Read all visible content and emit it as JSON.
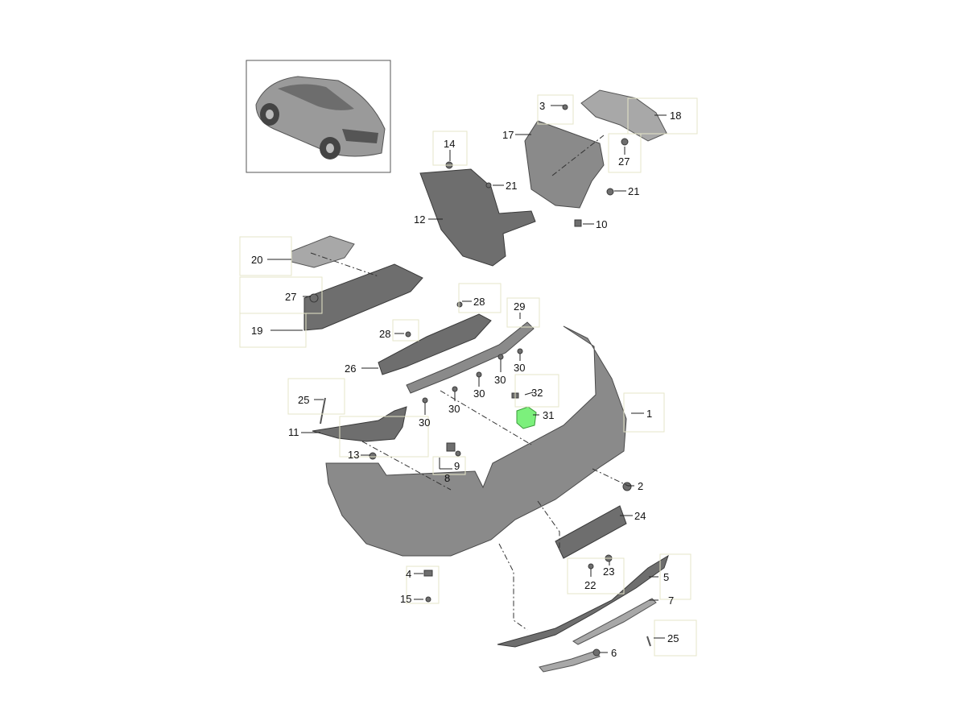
{
  "diagram": {
    "labels": {
      "p1": "1",
      "p2": "2",
      "p3": "3",
      "p4": "4",
      "p5": "5",
      "p6": "6",
      "p7": "7",
      "p8": "8",
      "p9": "9",
      "p10": "10",
      "p11": "11",
      "p12": "12",
      "p13": "13",
      "p14": "14",
      "p15": "15",
      "p17": "17",
      "p18": "18",
      "p19": "19",
      "p20": "20",
      "p21a": "21",
      "p21b": "21",
      "p22": "22",
      "p23": "23",
      "p24": "24",
      "p25a": "25",
      "p25b": "25",
      "p26": "26",
      "p27a": "27",
      "p27b": "27",
      "p28a": "28",
      "p28b": "28",
      "p29": "29",
      "p30a": "30",
      "p30b": "30",
      "p30c": "30",
      "p30d": "30",
      "p30e": "30",
      "p31": "31",
      "p32": "32"
    },
    "highlight_color": "#7cf07c",
    "part_color": "#8a8a8a"
  }
}
